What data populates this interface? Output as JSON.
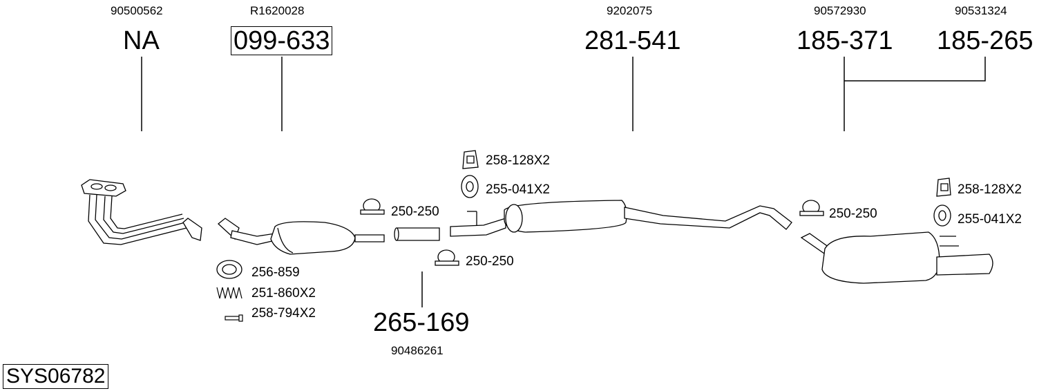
{
  "system_code": "SYS06782",
  "parts": {
    "downpipe": {
      "oem": "90500562",
      "code": "NA"
    },
    "catalyst": {
      "oem": "R1620028",
      "code": "099-633"
    },
    "middle_silencer": {
      "oem": "9202075",
      "code": "281-541"
    },
    "rear_silencer_a": {
      "oem": "90572930",
      "code": "185-371"
    },
    "rear_silencer_b": {
      "oem": "90531324",
      "code": "185-265"
    },
    "connecting_pipe": {
      "oem": "90486261",
      "code": "265-169"
    }
  },
  "accessories": {
    "clamp_1": "250-250",
    "clamp_2": "250-250",
    "clamp_3": "250-250",
    "mount_rubber_1": "258-128X2",
    "ring_1": "255-041X2",
    "mount_rubber_2": "258-128X2",
    "ring_2": "255-041X2",
    "gasket": "256-859",
    "spring": "251-860X2",
    "bolt": "258-794X2"
  }
}
